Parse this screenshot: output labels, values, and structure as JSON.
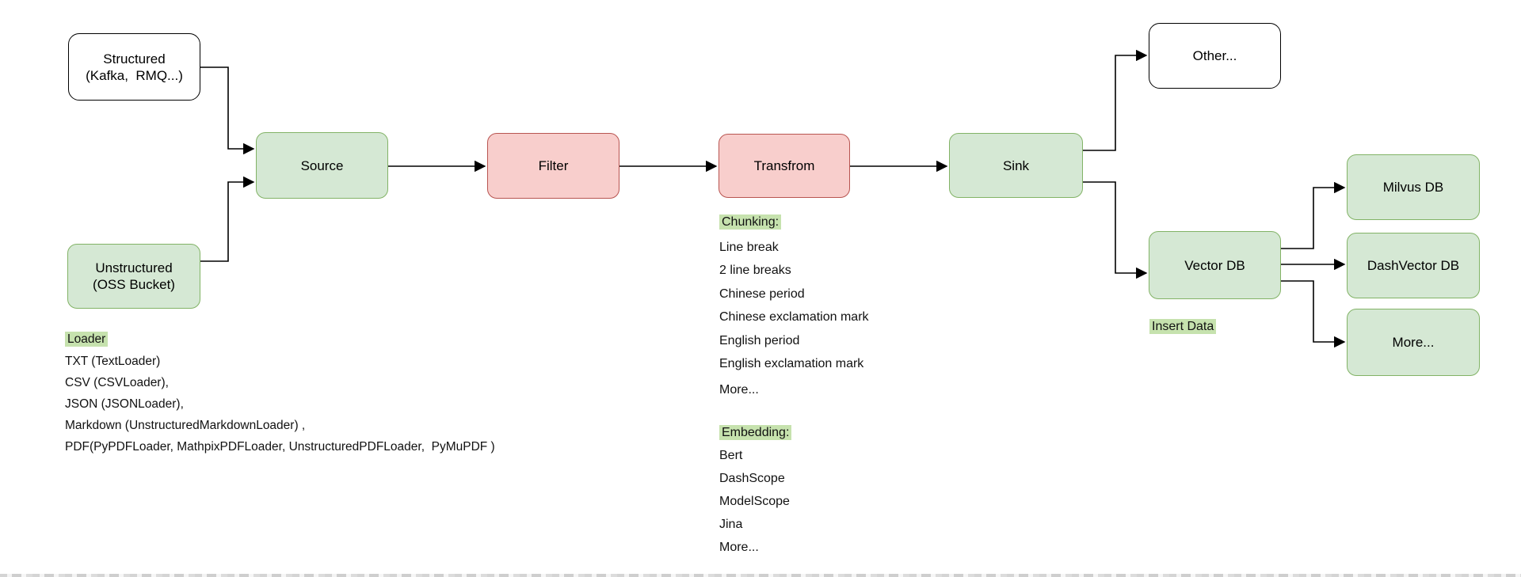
{
  "nodes": {
    "structured": {
      "line1": "Structured",
      "line2": "(Kafka,  RMQ...)"
    },
    "unstructured": {
      "line1": "Unstructured",
      "line2": "(OSS Bucket)"
    },
    "source": {
      "label": "Source"
    },
    "filter": {
      "label": "Filter"
    },
    "transfrom": {
      "label": "Transfrom"
    },
    "sink": {
      "label": "Sink"
    },
    "other": {
      "label": "Other..."
    },
    "vector_db": {
      "label": "Vector DB"
    },
    "milvus_db": {
      "label": "Milvus DB"
    },
    "dashvector_db": {
      "label": "DashVector DB"
    },
    "more_db": {
      "label": "More..."
    }
  },
  "annotations": {
    "loader": {
      "heading": "Loader",
      "items": [
        "TXT (TextLoader)",
        "CSV (CSVLoader),",
        "JSON (JSONLoader),",
        "Markdown (UnstructuredMarkdownLoader) ,",
        "PDF(PyPDFLoader, MathpixPDFLoader, UnstructuredPDFLoader,  PyMuPDF )"
      ]
    },
    "chunking": {
      "heading": "Chunking:",
      "items": [
        "Line break",
        "2 line breaks",
        "Chinese period",
        "Chinese exclamation mark",
        "English period",
        "English exclamation mark",
        "More..."
      ]
    },
    "embedding": {
      "heading": "Embedding:",
      "items": [
        "Bert",
        "DashScope",
        "ModelScope",
        "Jina",
        "More..."
      ]
    },
    "insert_data": "Insert Data"
  },
  "colors": {
    "node_green_fill": "#d5e8d4",
    "node_green_stroke": "#82b366",
    "node_red_fill": "#f8cecc",
    "node_red_stroke": "#b85450",
    "node_plain_stroke": "#000000",
    "highlight_green": "#c6e2ae",
    "connector": "#000000",
    "text": "#000000"
  }
}
